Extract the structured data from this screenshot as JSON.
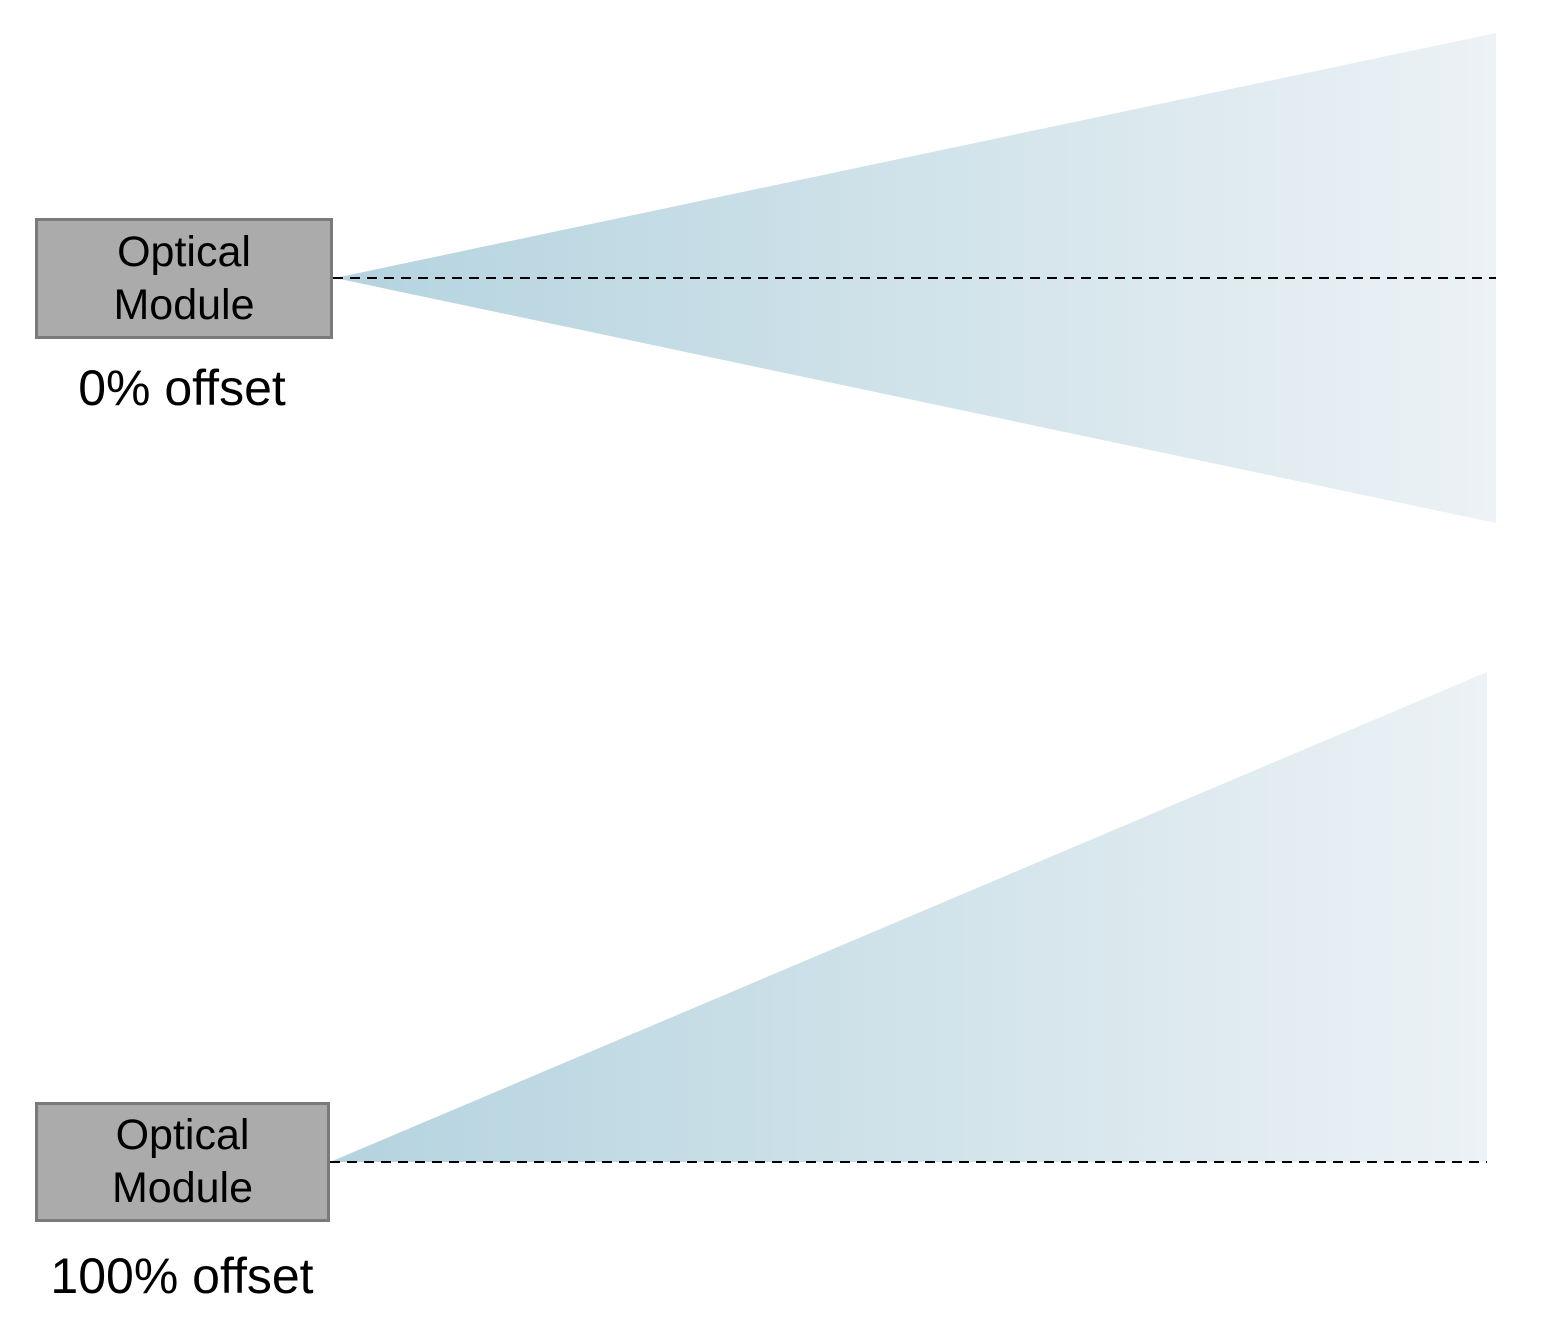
{
  "colors": {
    "beam_start": "#b4d3df",
    "beam_end": "#ecf2f5",
    "module_fill": "#ababab",
    "module_border": "#7a7a7a",
    "axis_line": "#000000"
  },
  "modules": [
    {
      "label_line1": "Optical",
      "label_line2": "Module",
      "offset_label": "0% offset",
      "offset_percent": 0
    },
    {
      "label_line1": "Optical",
      "label_line2": "Module",
      "offset_label": "100% offset",
      "offset_percent": 100
    }
  ]
}
